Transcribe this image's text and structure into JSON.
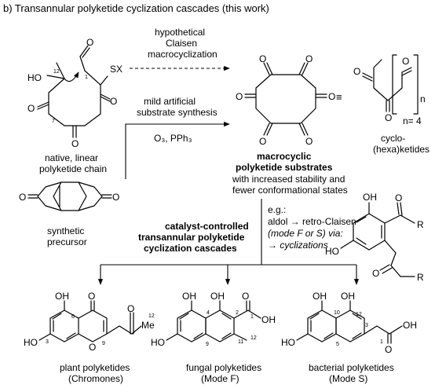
{
  "figure": {
    "title": "b) Transannular polyketide cyclization cascades (this work)"
  },
  "top_arrows": {
    "hypothetical": [
      "hypothetical",
      "Claisen",
      "macrocyclization"
    ],
    "synthesis": [
      "mild artificial",
      "substrate synthesis"
    ],
    "reagents": "O₃, PPh₃"
  },
  "linear_chain": {
    "caption": [
      "native, linear",
      "polyketide chain"
    ],
    "atoms": {
      "ho": "HO",
      "sx": "SX",
      "o": "O"
    },
    "numbers": {
      "c12": "12",
      "c1": "1",
      "c7": "7"
    }
  },
  "precursor": {
    "caption": [
      "synthetic",
      "precursor"
    ],
    "o": "O"
  },
  "macrocycle": {
    "caption_bold": [
      "macrocyclic",
      "polyketide substrates"
    ],
    "caption": [
      "with increased stability and",
      "fewer conformational states"
    ],
    "o": "O"
  },
  "cyclo": {
    "equiv": "≡",
    "n": "n",
    "n_value": "n= 4",
    "caption": [
      "cyclo-",
      "(hexa)ketides"
    ]
  },
  "catalyst": {
    "caption_bold": [
      "catalyst-controlled",
      "transannular polyketide",
      "cyclization cascades"
    ],
    "eg": "e.g.:",
    "line1": "aldol → retro-Claisen",
    "line2": "(mode F or S) via:",
    "line3_arrow": "→ ",
    "line3": "cyclizations",
    "intermediate_atoms": {
      "oh": "OH",
      "ho": "HO",
      "o": "O",
      "r": "R"
    }
  },
  "products": [
    {
      "id": "plant",
      "caption": [
        "plant polyketides",
        "(Chromones)"
      ],
      "atoms": {
        "oh": "OH",
        "ho": "HO",
        "o": "O",
        "me": "Me"
      },
      "numbers": {
        "c6": "6",
        "c3": "3",
        "c9": "9",
        "c12": "12"
      }
    },
    {
      "id": "fungal",
      "caption": [
        "fungal polyketides",
        "(Mode F)"
      ],
      "atoms": {
        "oh1": "OH",
        "oh2": "OH",
        "ho": "HO",
        "o": "O",
        "oh3": "OH"
      },
      "numbers": {
        "c4": "4",
        "c2": "2",
        "c1": "1",
        "c9": "9",
        "c11": "11",
        "c12": "12"
      }
    },
    {
      "id": "bacterial",
      "caption": [
        "bacterial polyketides",
        "(Mode S)"
      ],
      "atoms": {
        "oh1": "OH",
        "oh2": "OH",
        "ho": "HO",
        "o": "O",
        "oh3": "OH"
      },
      "numbers": {
        "c10": "10",
        "c12": "12",
        "c5": "5",
        "c3": "3",
        "c1": "1"
      }
    }
  ]
}
